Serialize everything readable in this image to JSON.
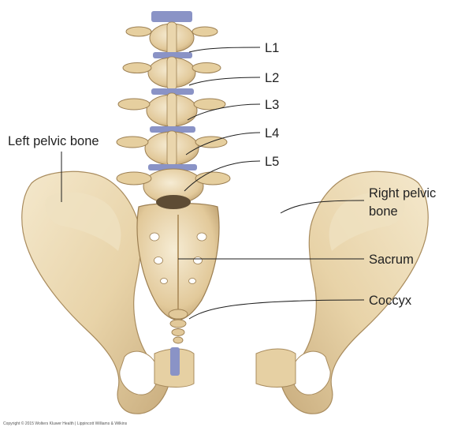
{
  "figure": {
    "colors": {
      "bone_light": "#f1e3c3",
      "bone_mid": "#e4cd9f",
      "bone_shadow": "#b79a6c",
      "bone_dark": "#6b5a41",
      "cartilage": "#8a93c6",
      "leader": "#1e1e1e",
      "text": "#222222"
    },
    "labels": {
      "l1": "L1",
      "l2": "L2",
      "l3": "L3",
      "l4": "L4",
      "l5": "L5",
      "left_pelvic_bone": "Left pelvic bone",
      "right_pelvic_bone_line1": "Right pelvic",
      "right_pelvic_bone_line2": "bone",
      "sacrum": "Sacrum",
      "coccyx": "Coccyx"
    },
    "copyright": "Copyright © 2015 Wolters Kluwer Health | Lippincott Williams & Wilkins"
  }
}
